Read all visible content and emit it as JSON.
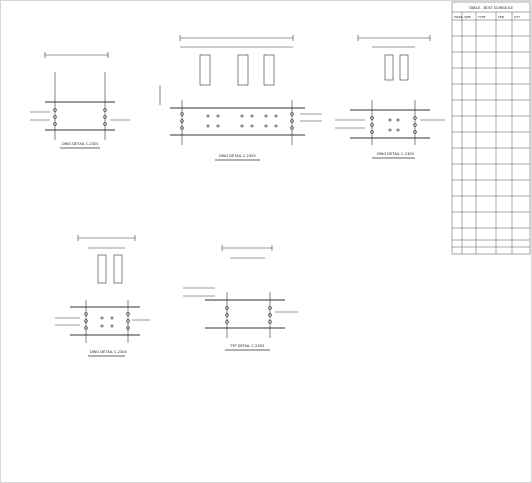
{
  "sheet": {
    "background": "#ffffff",
    "line_color": "#333333"
  },
  "details": [
    {
      "id": "d1",
      "title": "DWG DETAIL C-2301"
    },
    {
      "id": "d2",
      "title": "DWG DETAIL C-2302"
    },
    {
      "id": "d3",
      "title": "DWG DETAIL C-2303"
    },
    {
      "id": "d4",
      "title": "DWG DETAIL C-2304"
    },
    {
      "id": "d5",
      "title": "TYP DETAIL C-2305"
    }
  ],
  "schedule": {
    "title": "TABLE - BOLT SCHEDULE",
    "headers": [
      "MARK",
      "SIZE",
      "TYPE",
      "LEN",
      "QTY"
    ]
  }
}
